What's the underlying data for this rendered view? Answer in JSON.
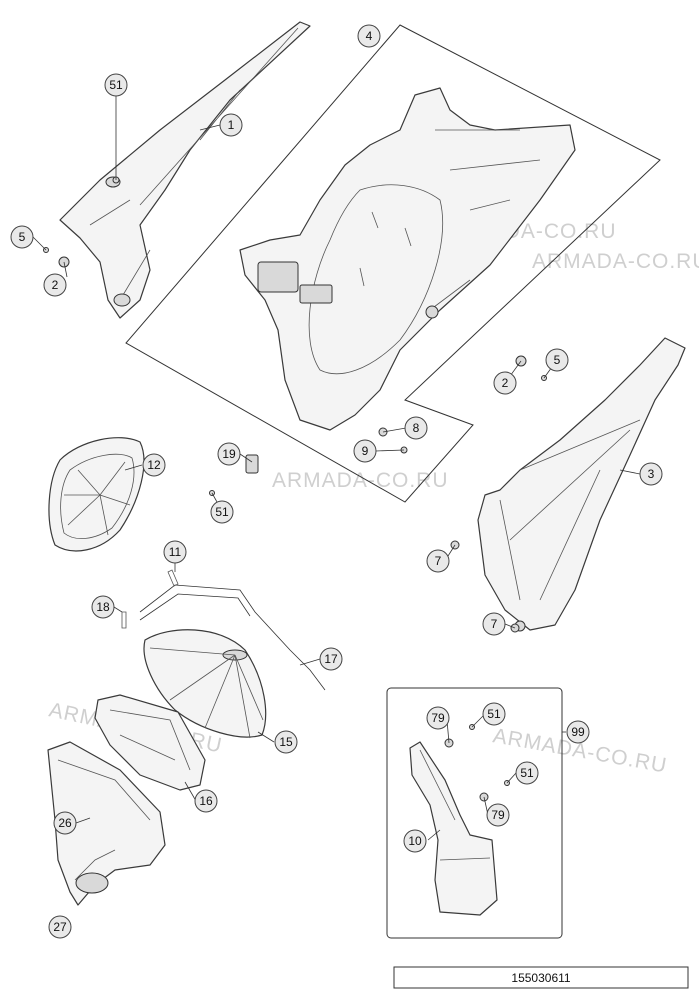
{
  "callouts": {
    "c1": "1",
    "c2a": "2",
    "c2b": "2",
    "c3": "3",
    "c4": "4",
    "c5a": "5",
    "c5b": "5",
    "c7a": "7",
    "c7b": "7",
    "c8": "8",
    "c9": "9",
    "c10": "10",
    "c11": "11",
    "c12": "12",
    "c15": "15",
    "c16": "16",
    "c17": "17",
    "c18": "18",
    "c19": "19",
    "c26": "26",
    "c27": "27",
    "c51a": "51",
    "c51b": "51",
    "c51c": "51",
    "c51d": "51",
    "c79a": "79",
    "c79b": "79",
    "c99": "99"
  },
  "watermarks": [
    "ARMADA-CO.RU",
    "ARMADA-CO.RU",
    "ARMADA-CO.RU",
    "ARMADA-CO.RU",
    "ARMADA-CO.RU"
  ],
  "reference_number": "155030611"
}
